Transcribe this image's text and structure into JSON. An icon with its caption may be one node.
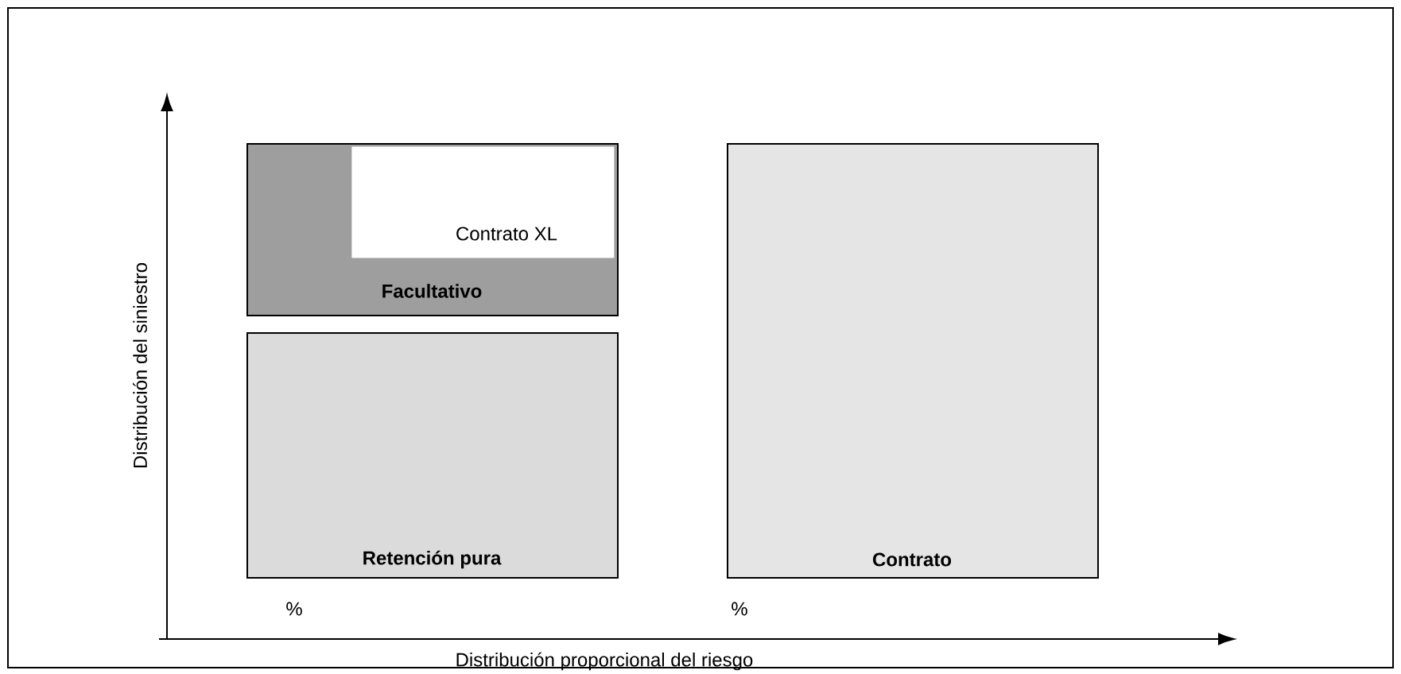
{
  "diagram": {
    "nodes": [
      {
        "text": [
          "Facultativo"
        ]
      },
      {
        "text": [
          "Contrato XL"
        ],
        "in": 0
      },
      {
        "text": [
          "Retención pura"
        ]
      },
      {
        "text": [
          "Contrato"
        ]
      }
    ],
    "labels": [
      "Distribución del siniestro",
      "%",
      "%",
      "Distribución proporcional del riesgo"
    ]
  }
}
